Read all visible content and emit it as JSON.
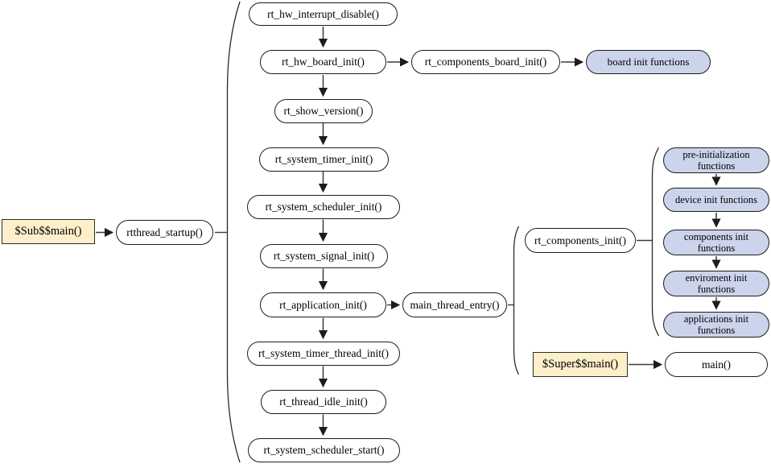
{
  "diagram": {
    "nodes": {
      "sub_main": "$Sub$$main()",
      "rtthread_startup": "rtthread_startup()",
      "hw_interrupt_disable": "rt_hw_interrupt_disable()",
      "hw_board_init": "rt_hw_board_init()",
      "components_board_init": "rt_components_board_init()",
      "board_init_functions": "board init functions",
      "show_version": "rt_show_version()",
      "system_timer_init": "rt_system_timer_init()",
      "system_scheduler_init": "rt_system_scheduler_init()",
      "system_signal_init": "rt_system_signal_init()",
      "application_init": "rt_application_init()",
      "main_thread_entry": "main_thread_entry()",
      "components_init": "rt_components_init()",
      "pre_init_functions": "pre-initialization functions",
      "device_init_functions": "device init functions",
      "components_init_functions": "components init functions",
      "enviroment_init_functions": "enviroment init functions",
      "applications_init_functions": "applications init functions",
      "super_main": "$Super$$main()",
      "main": "main()",
      "system_timer_thread_init": "rt_system_timer_thread_init()",
      "thread_idle_init": "rt_thread_idle_init()",
      "system_scheduler_start": "rt_system_scheduler_start()"
    },
    "colors": {
      "entry_node_fill": "#fcefc9",
      "group_node_fill": "#ccd4ec",
      "plain_node_fill": "#ffffff",
      "border": "#1c1c1c",
      "connector": "#3c3c3c"
    }
  }
}
